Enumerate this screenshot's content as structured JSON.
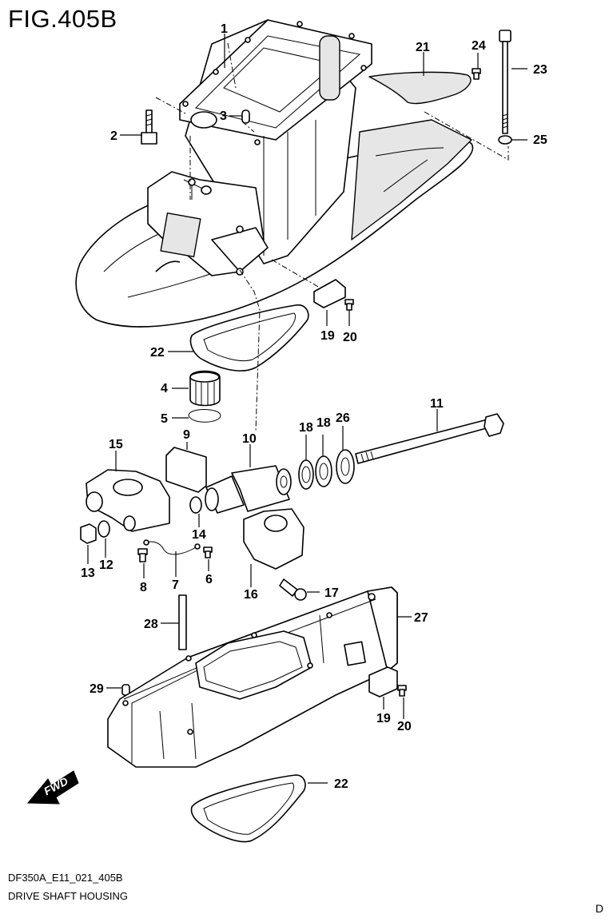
{
  "figure": {
    "title": "FIG.405B",
    "code": "DF350A_E11_021_405B",
    "description": "DRIVE SHAFT HOUSING",
    "corner_letter": "D"
  },
  "direction_badge": {
    "text": "FWD",
    "icon": "fwd-arrow-icon"
  },
  "callouts": [
    "1",
    "2",
    "3",
    "4",
    "5",
    "6",
    "7",
    "8",
    "9",
    "10",
    "11",
    "12",
    "13",
    "14",
    "15",
    "16",
    "17",
    "18",
    "18",
    "19",
    "19",
    "20",
    "20",
    "21",
    "22",
    "22",
    "23",
    "24",
    "25",
    "26",
    "27",
    "28",
    "29"
  ]
}
